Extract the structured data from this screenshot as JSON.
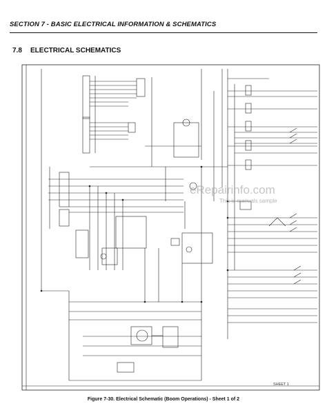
{
  "header": {
    "section_title": "SECTION 7 - BASIC ELECTRICAL INFORMATION & SCHEMATICS"
  },
  "heading": {
    "number": "7.8",
    "title": "ELECTRICAL SCHEMATICS"
  },
  "figure": {
    "caption": "Figure 7-30.  Electrical Schematic (Boom Operations) - Sheet 1 of 2",
    "sheet_label": "SHEET 1"
  },
  "watermark": {
    "main": "eRepairinfo.com",
    "sub": "This is manuals sample"
  }
}
